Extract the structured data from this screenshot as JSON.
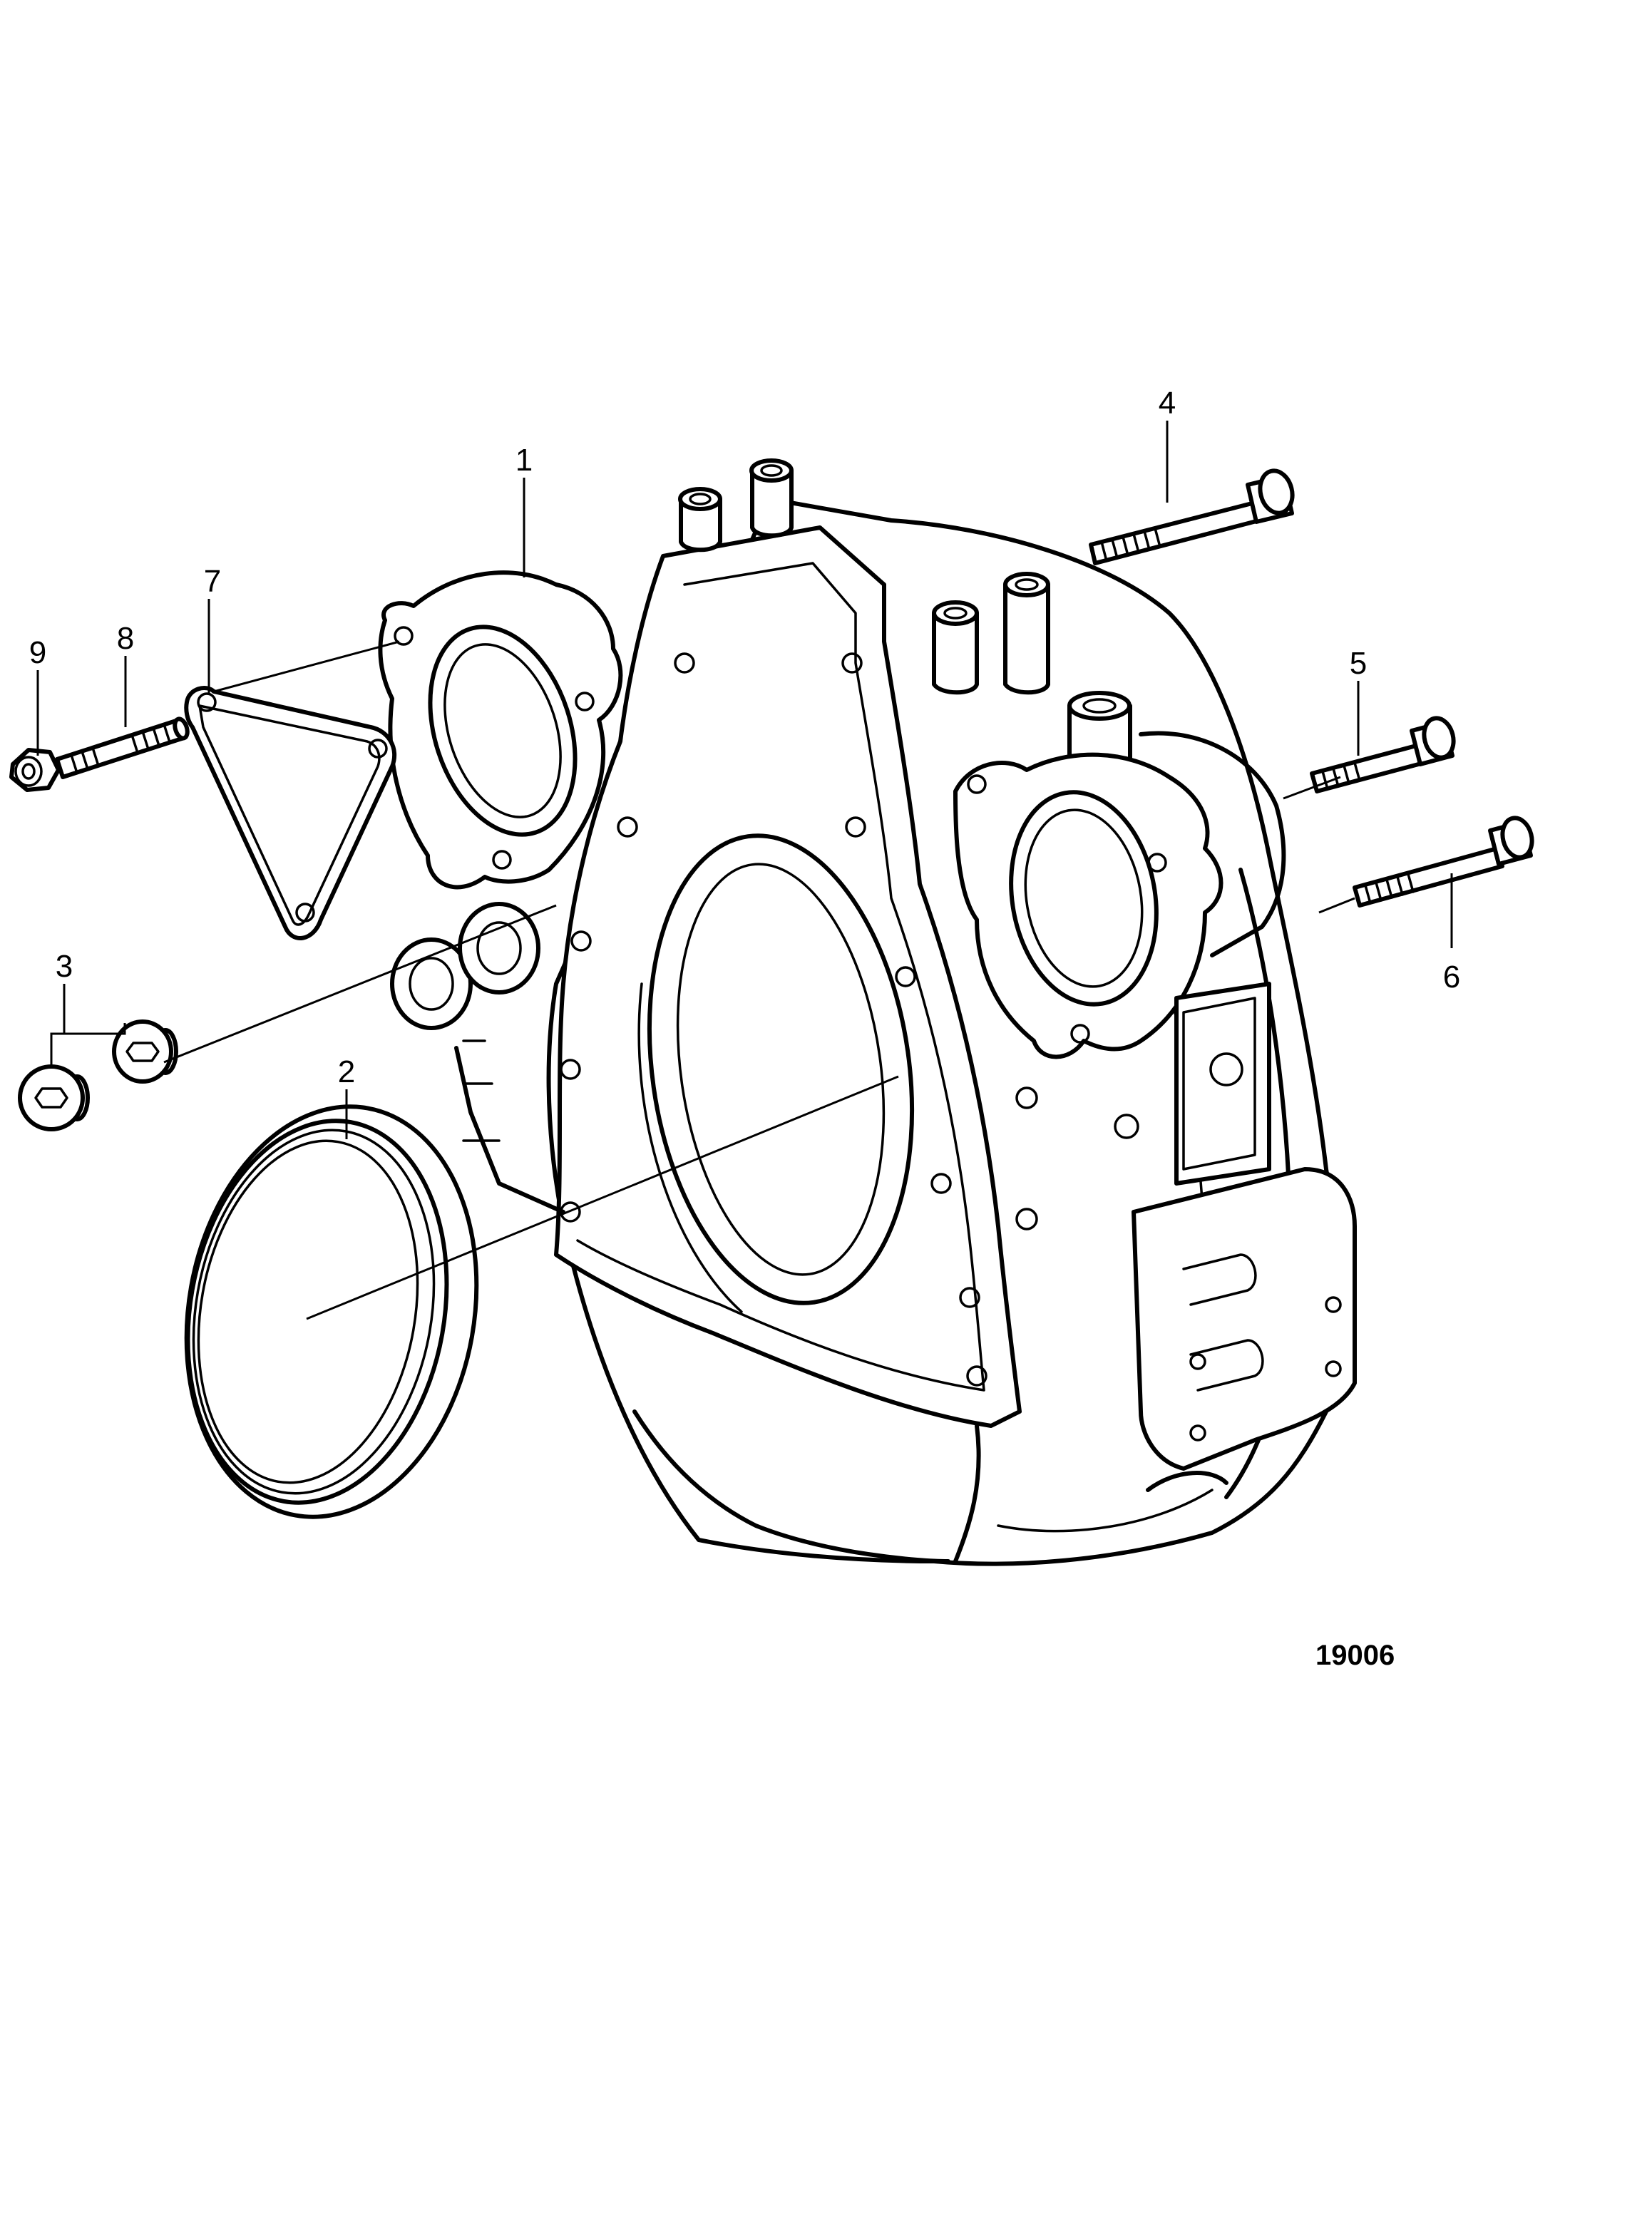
{
  "figure_number": "19006",
  "callouts": [
    {
      "id": "1",
      "label": "1"
    },
    {
      "id": "2",
      "label": "2"
    },
    {
      "id": "3",
      "label": "3"
    },
    {
      "id": "4",
      "label": "4"
    },
    {
      "id": "5",
      "label": "5"
    },
    {
      "id": "6",
      "label": "6"
    },
    {
      "id": "7",
      "label": "7"
    },
    {
      "id": "8",
      "label": "8"
    },
    {
      "id": "9",
      "label": "9"
    }
  ]
}
